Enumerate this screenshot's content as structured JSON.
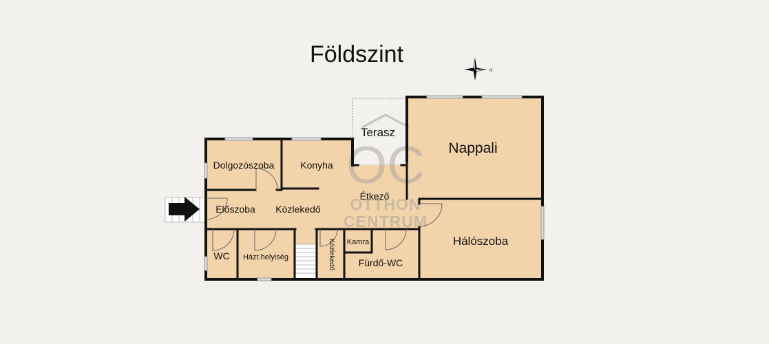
{
  "plan": {
    "title": "Földszint",
    "compass_label": "N",
    "colors": {
      "background": "#f2f1ed",
      "room_fill": "#f3d4aa",
      "wall": "#111111",
      "window": "#c8c8c8"
    },
    "rooms": {
      "nappali": "Nappali",
      "terasz": "Terasz",
      "dolgozoszoba": "Dolgozószoba",
      "konyha": "Konyha",
      "etkezo": "Étkező",
      "eloszoba": "Előszoba",
      "kozlekedo": "Közlekedő",
      "haloszoba": "Hálószoba",
      "wc": "WC",
      "haztartasi": "Házt.helyiség",
      "kozlekedo_vertical": "Közlekedő",
      "kamra": "Kamra",
      "furdo_wc": "Fürdő-WC"
    },
    "watermark": {
      "monogram": "OC",
      "line1": "OTTHON",
      "line2": "CENTRUM"
    },
    "entrance_icon": "entrance-arrow-icon"
  }
}
